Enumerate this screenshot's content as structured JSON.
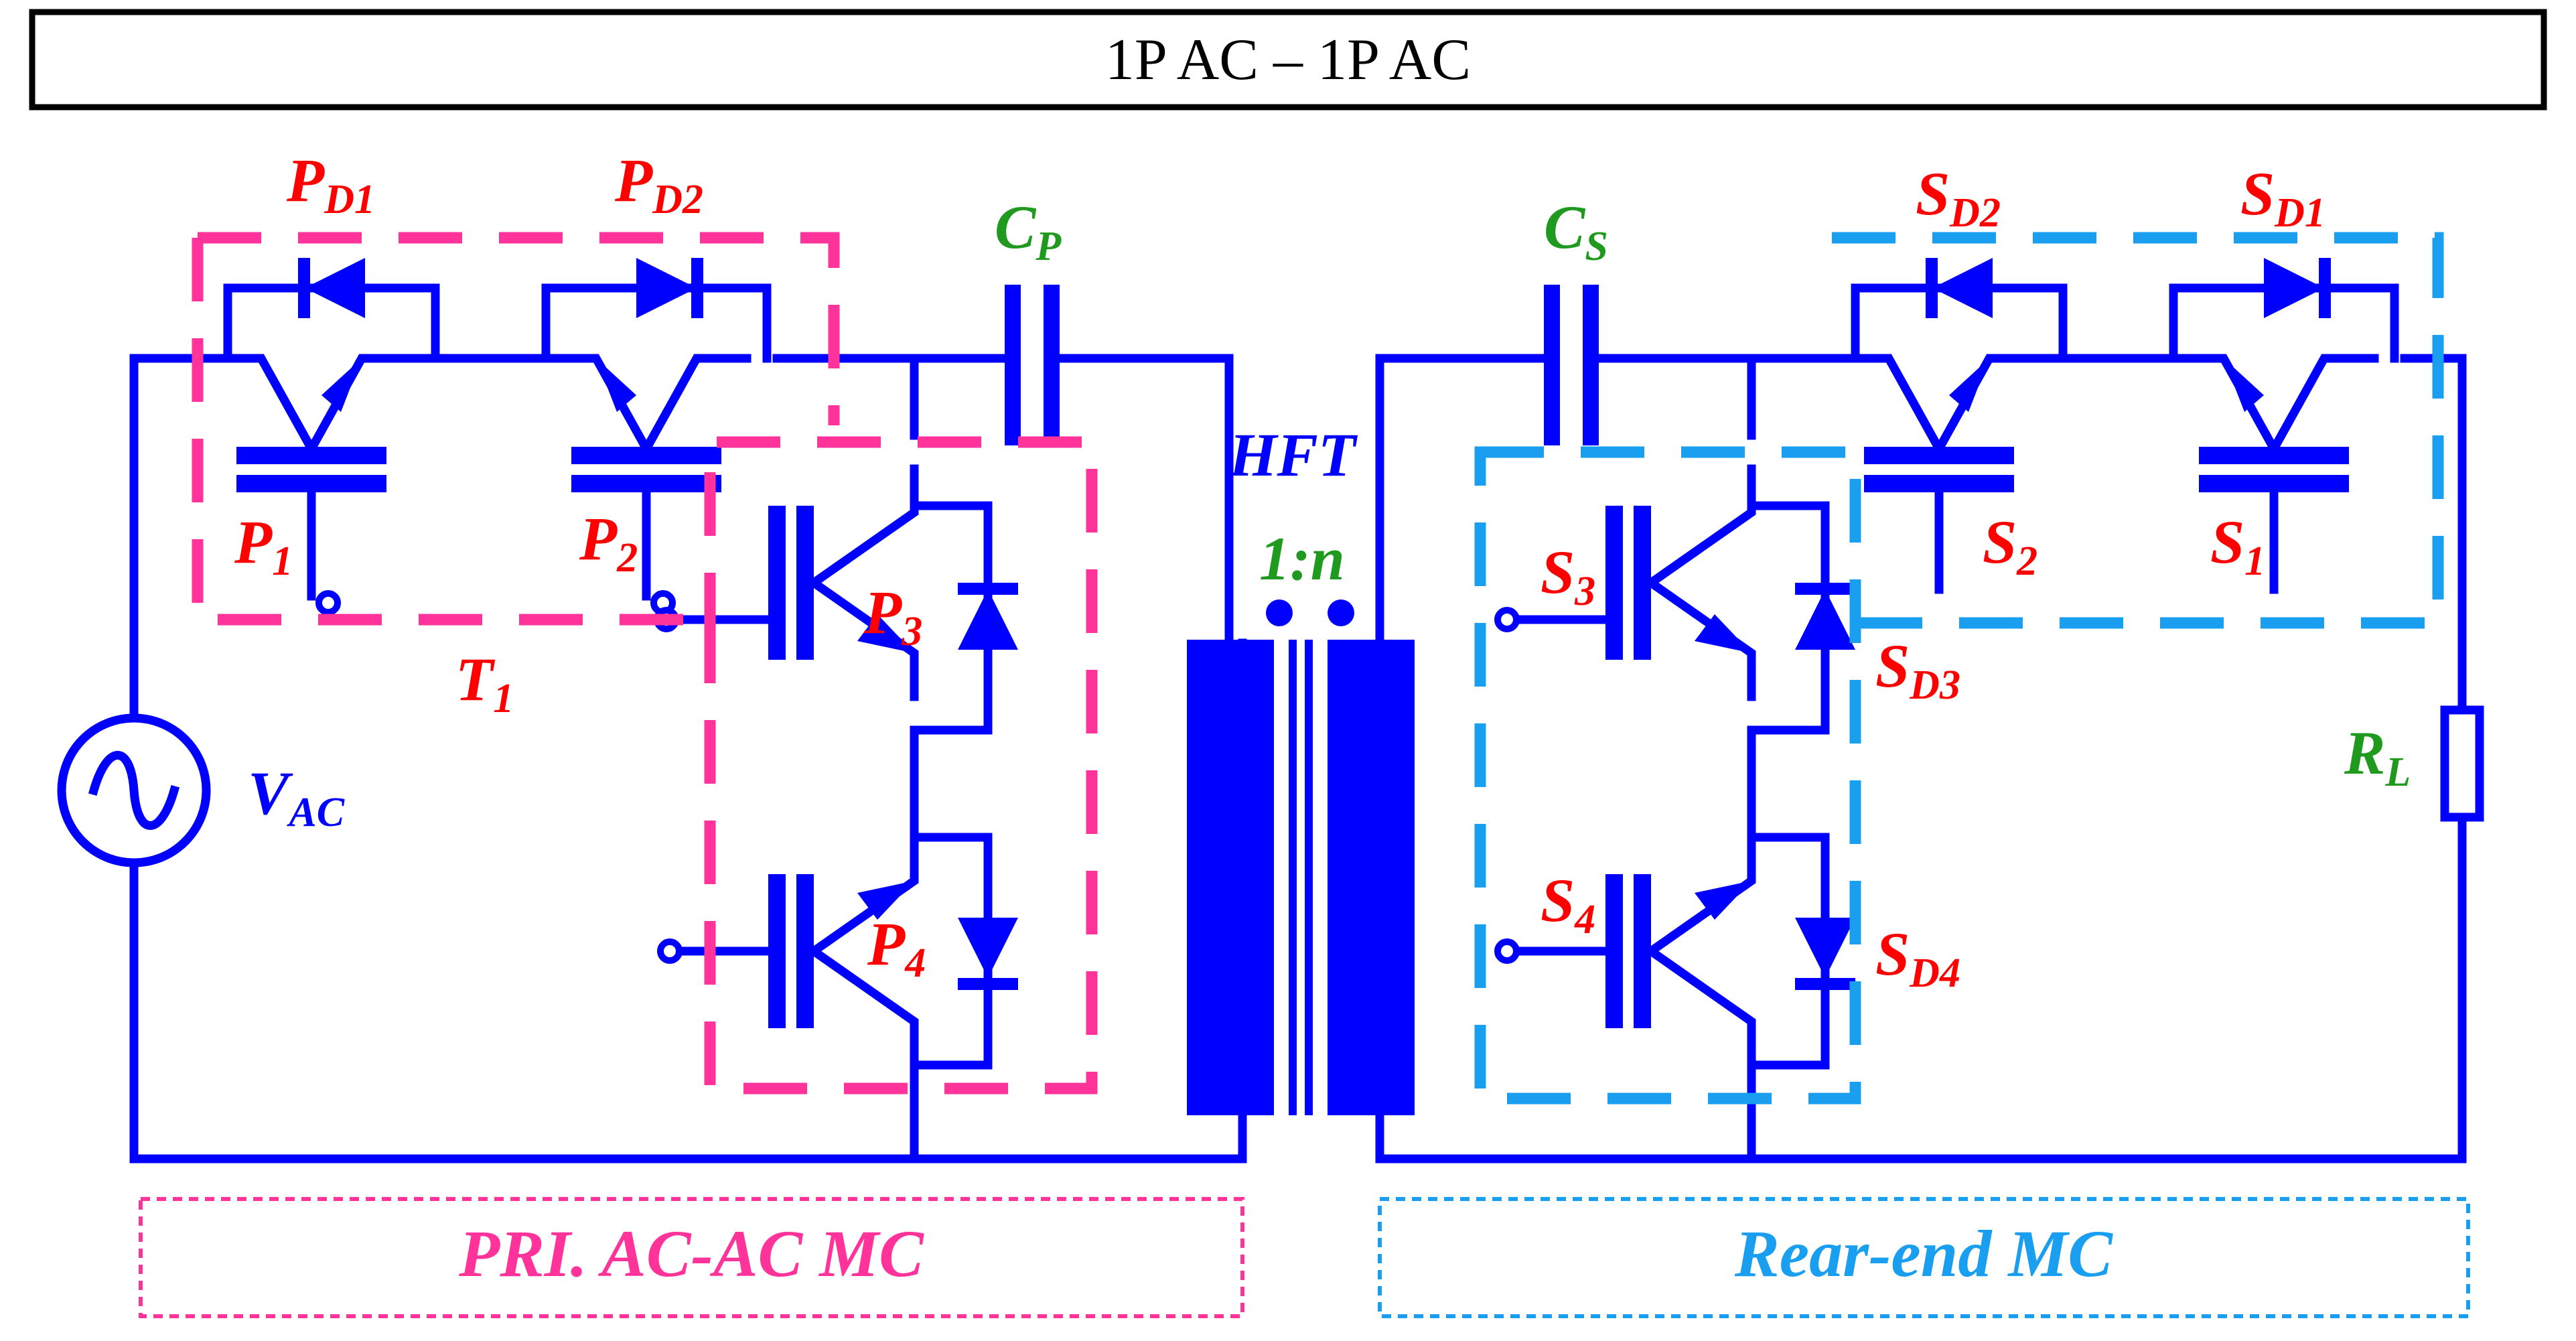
{
  "title": "1P AC – 1P AC",
  "labels": {
    "PD1_base": "P",
    "PD1_sub": "D1",
    "PD2_base": "P",
    "PD2_sub": "D2",
    "CP_base": "C",
    "CP_sub": "P",
    "CS_base": "C",
    "CS_sub": "S",
    "SD2_base": "S",
    "SD2_sub": "D2",
    "SD1_base": "S",
    "SD1_sub": "D1",
    "P1_base": "P",
    "P1_sub": "1",
    "P2_base": "P",
    "P2_sub": "2",
    "P3_base": "P",
    "P3_sub": "3",
    "P4_base": "P",
    "P4_sub": "4",
    "T1_base": "T",
    "T1_sub": "1",
    "S1_base": "S",
    "S1_sub": "1",
    "S2_base": "S",
    "S2_sub": "2",
    "S3_base": "S",
    "S3_sub": "3",
    "S4_base": "S",
    "S4_sub": "4",
    "SD3_base": "S",
    "SD3_sub": "D3",
    "SD4_base": "S",
    "SD4_sub": "D4",
    "VAC_base": "V",
    "VAC_sub": "AC",
    "RL_base": "R",
    "RL_sub": "L",
    "HFT": "HFT",
    "ratio": "1:n"
  },
  "boxes": {
    "primary": "PRI. AC-AC MC",
    "rear": "Rear-end MC"
  },
  "colors": {
    "circuit": "#0000ff",
    "primary_group": "#ff3399",
    "secondary_group": "#1a9ff0",
    "switch_labels": "#ff0000",
    "passive_labels": "#1f9a1f"
  }
}
